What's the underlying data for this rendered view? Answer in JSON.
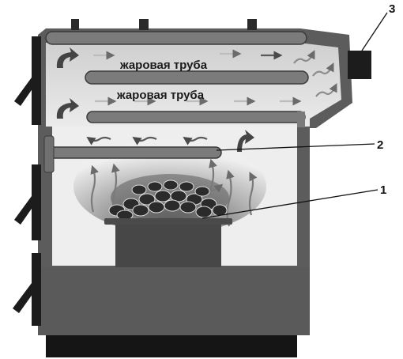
{
  "diagram": {
    "pipe_labels": [
      "жаровая труба",
      "жаровая труба"
    ],
    "callouts": [
      "1",
      "2",
      "3"
    ],
    "colors": {
      "shell": "#5a5a5a",
      "pipe": "#7b7b7b",
      "flue": "#d9d9d9",
      "chamber": "#ededed",
      "base": "#151515",
      "coal": "#2b2b2b"
    }
  }
}
